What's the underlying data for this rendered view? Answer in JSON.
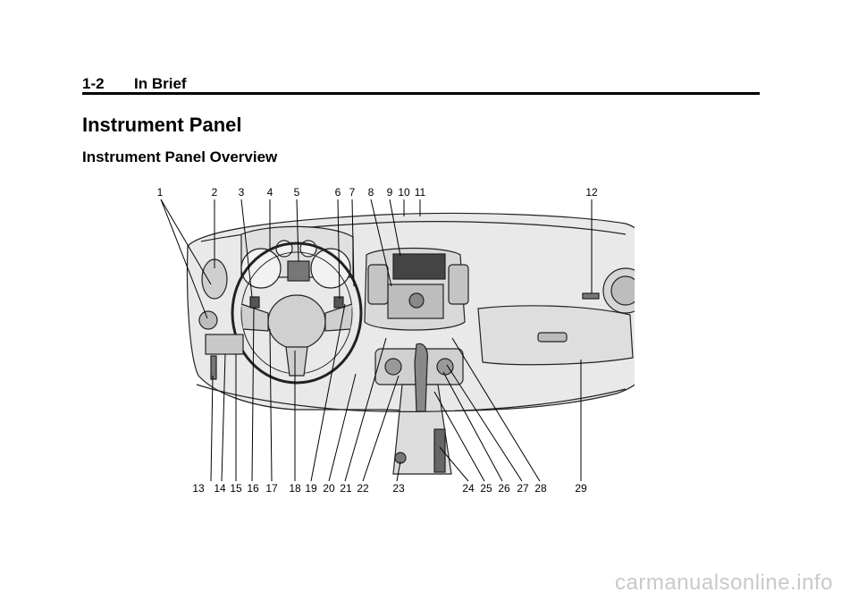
{
  "header": {
    "page_number": "1-2",
    "section": "In Brief"
  },
  "title": "Instrument Panel",
  "subtitle": "Instrument Panel Overview",
  "diagram": {
    "top_callouts": [
      "1",
      "2",
      "3",
      "4",
      "5",
      "6",
      "7",
      "8",
      "9",
      "10",
      "11",
      "12"
    ],
    "bottom_callouts": [
      "13",
      "14",
      "15",
      "16",
      "17",
      "18",
      "19",
      "20",
      "21",
      "22",
      "23",
      "24",
      "25",
      "26",
      "27",
      "28",
      "29"
    ]
  },
  "watermark": "carmanualsonline.info"
}
